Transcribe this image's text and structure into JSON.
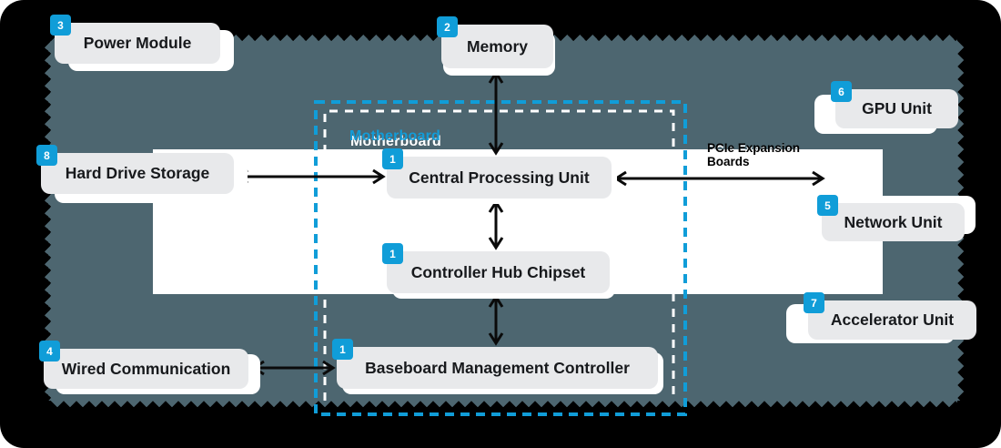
{
  "diagram": {
    "title_region_label": "Motherboard",
    "pcie_label": "PCIe Expansion Boards",
    "colors": {
      "frame": "#000000",
      "sheet_teal": "#4d6670",
      "accent_blue": "#109dd8",
      "node_bg": "#e8e9eb",
      "node_text": "#17191c",
      "offset_card": "#ffffff",
      "arrow": "#0a0a0a"
    },
    "nodes": [
      {
        "id": "power-module",
        "badge": "3",
        "label": "Power Module"
      },
      {
        "id": "memory",
        "badge": "2",
        "label": "Memory"
      },
      {
        "id": "gpu-unit",
        "badge": "6",
        "label": "GPU Unit"
      },
      {
        "id": "hard-drive-storage",
        "badge": "8",
        "label": "Hard Drive Storage"
      },
      {
        "id": "central-processing-unit",
        "badge": "1",
        "label": "Central Processing Unit"
      },
      {
        "id": "controller-hub-chipset",
        "badge": "1",
        "label": "Controller Hub Chipset"
      },
      {
        "id": "network-unit",
        "badge": "5",
        "label": "Network Unit"
      },
      {
        "id": "accelerator-unit",
        "badge": "7",
        "label": "Accelerator Unit"
      },
      {
        "id": "wired-communication",
        "badge": "4",
        "label": "Wired Communication"
      },
      {
        "id": "baseboard-management-controller",
        "badge": "1",
        "label": "Baseboard Management Controller"
      }
    ],
    "connections": [
      {
        "from": "Memory",
        "to": "Central Processing Unit",
        "style": "double-arrow"
      },
      {
        "from": "Hard Drive Storage",
        "to": "Central Processing Unit",
        "style": "double-arrow"
      },
      {
        "from": "Central Processing Unit",
        "to": "PCIe Expansion Boards",
        "style": "double-arrow"
      },
      {
        "from": "Central Processing Unit",
        "to": "Controller Hub Chipset",
        "style": "double-arrow"
      },
      {
        "from": "Controller Hub Chipset",
        "to": "Baseboard Management Controller",
        "style": "double-arrow"
      },
      {
        "from": "Wired Communication",
        "to": "Baseboard Management Controller",
        "style": "double-arrow"
      }
    ]
  }
}
